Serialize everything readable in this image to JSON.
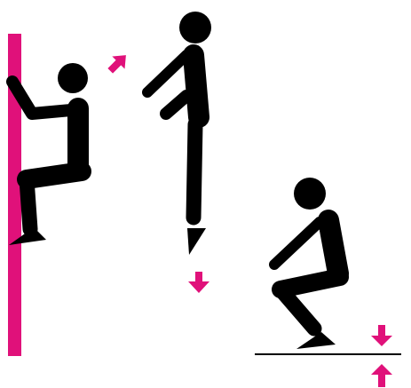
{
  "colors": {
    "accent": "#e0117a",
    "figure": "#000000",
    "background": "#ffffff"
  },
  "panels": [
    {
      "name": "climbing",
      "icons": [
        "wall-bar",
        "climbing-figure",
        "up-right-arrow-icon"
      ]
    },
    {
      "name": "jumping-down",
      "icons": [
        "jumping-figure",
        "down-arrow-icon"
      ]
    },
    {
      "name": "landing",
      "icons": [
        "squatting-figure",
        "ground-line",
        "compress-arrows-icon"
      ]
    }
  ]
}
